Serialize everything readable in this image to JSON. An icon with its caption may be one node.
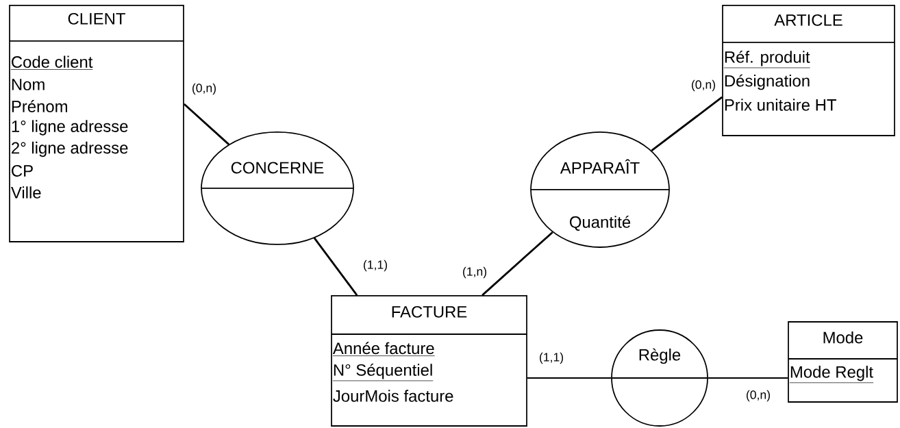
{
  "diagram": {
    "nodes": [
      {
        "text": [
          "CLIENT",
          "Code client",
          "Nom",
          "Prénom",
          "1° ligne adresse",
          "2° ligne adresse",
          "CP",
          "Ville"
        ]
      },
      {
        "text": [
          "CONCERNE"
        ]
      },
      {
        "text": [
          "ARTICLE",
          "Réf. produit",
          "Désignation",
          "Prix unitaire HT"
        ]
      },
      {
        "text": [
          "APPARAÎT",
          "Quantité"
        ]
      },
      {
        "text": [
          "FACTURE",
          "Année facture",
          "N° Séquentiel",
          "JourMois facture"
        ]
      },
      {
        "text": [
          "Règle"
        ]
      },
      {
        "text": [
          "Mode",
          "Mode Reglt"
        ]
      }
    ],
    "edges": [
      {
        "from": 0,
        "to": 1,
        "arrow": "none",
        "label": "(0,n)"
      },
      {
        "from": 4,
        "to": 1,
        "arrow": "none",
        "label": "(1,1)"
      },
      {
        "from": 4,
        "to": 3,
        "arrow": "none",
        "label": "(1,n)"
      },
      {
        "from": 3,
        "to": 2,
        "arrow": "none",
        "label": "(0,n)"
      },
      {
        "from": 4,
        "to": 5,
        "arrow": "none",
        "label": "(1,1)"
      },
      {
        "from": 5,
        "to": 6,
        "arrow": "none",
        "label": "(0,n)"
      }
    ]
  }
}
